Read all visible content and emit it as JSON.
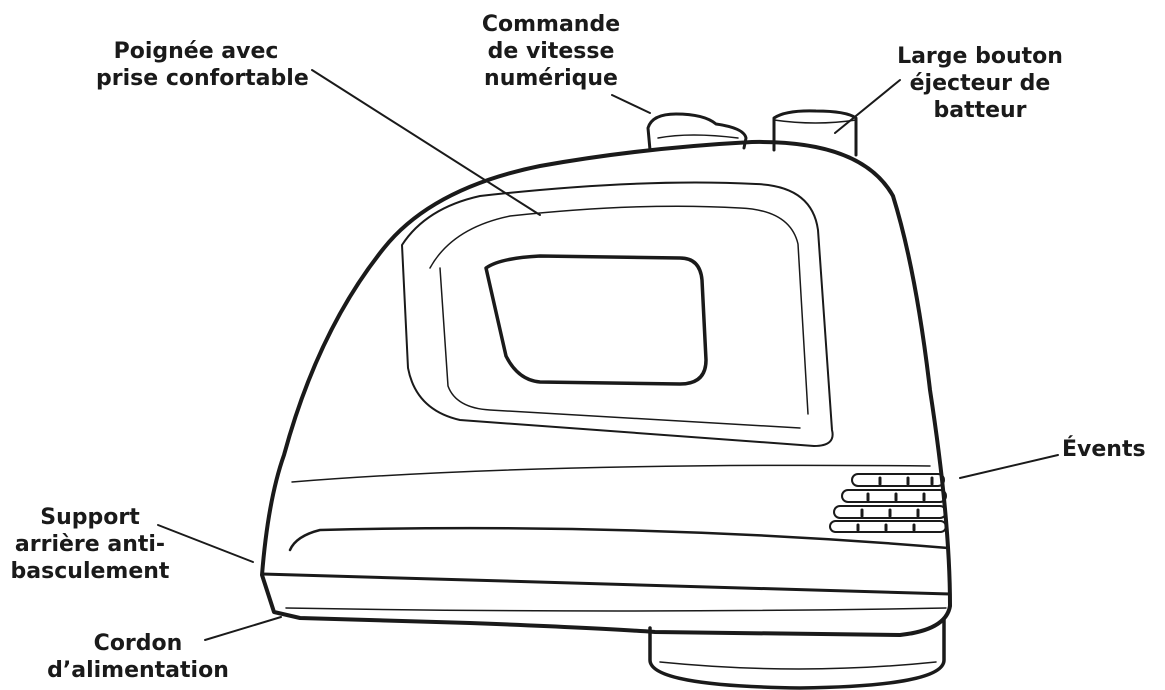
{
  "labels": {
    "grip": [
      "Poignée avec",
      "prise confortable"
    ],
    "speed": [
      "Commande",
      "de vitesse",
      "numérique"
    ],
    "eject": [
      "Large bouton",
      "éjecteur de",
      "batteur"
    ],
    "vents": [
      "Évents"
    ],
    "support": [
      "Support",
      "arrière anti-",
      "basculement"
    ],
    "cord": [
      "Cordon",
      "d’alimentation"
    ]
  },
  "colors": {
    "line": "#1a1a1a",
    "background": "#ffffff"
  }
}
